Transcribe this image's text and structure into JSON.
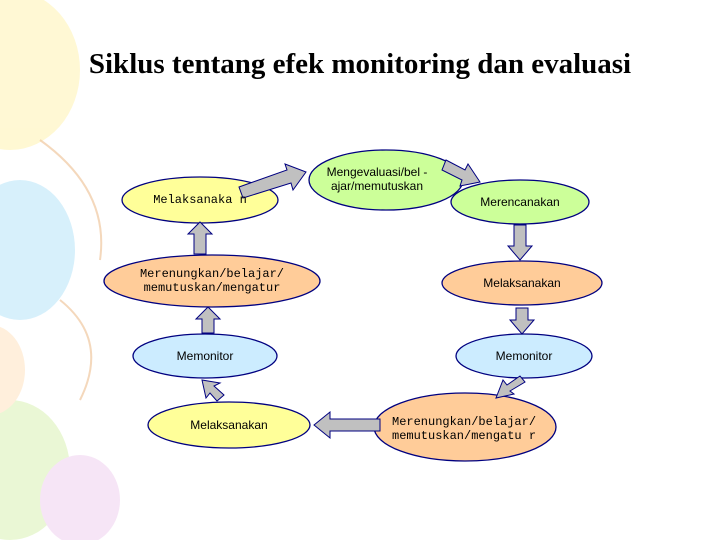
{
  "title": "Siklus tentang efek monitoring dan evaluasi",
  "nodes": {
    "left_top": "Melaksanaka n",
    "left_reflect": "Merenungkan/belajar/ memutuskan/mengatur",
    "left_monitor": "Memonitor",
    "left_bottom": "Melaksanakan",
    "center_top": "Mengevaluasi/bel - ajar/memutuskan",
    "right_plan": "Merencanakan",
    "right_do": "Melaksanakan",
    "right_monitor": "Memonitor",
    "right_reflect": "Merenungkan/belajar/ memutuskan/mengatu r"
  },
  "colors": {
    "yellow_fill": "#ffff99",
    "orange_fill": "#ffcc99",
    "blue_fill": "#ccecff",
    "green_fill": "#ccff99",
    "outline": "#000080",
    "arrow_fill": "#c0c0c0"
  }
}
